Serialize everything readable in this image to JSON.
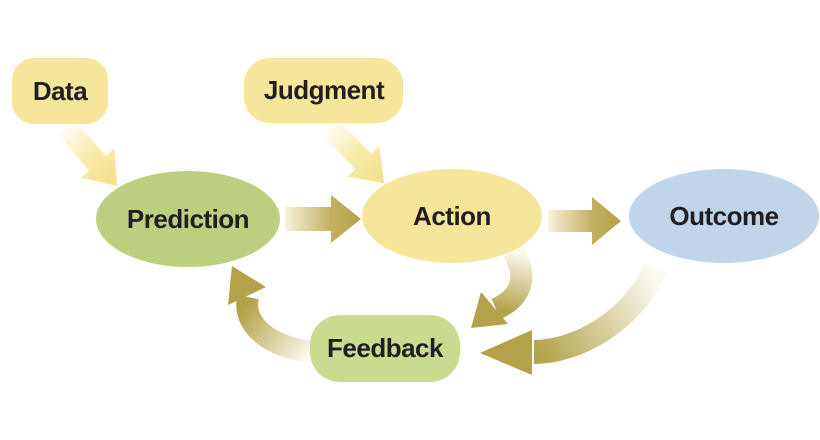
{
  "diagram": {
    "description": "Flow diagram: Data and Judgment feed Prediction and Action; Prediction leads to Action leads to Outcome; Action and Outcome feed Feedback which loops back to Prediction",
    "colors": {
      "background": "#FFFFFF",
      "pale_yellow": "#F5E69A",
      "pale_yellow_deep": "#F1E189",
      "gold": "#B2A249",
      "gold_light": "#F7F2DB",
      "green": "#BCCF7E",
      "light_green": "#C8DB8F",
      "blue": "#C1D5E8",
      "text": "#221E1F"
    },
    "nodes": [
      {
        "id": "data",
        "label": "Data",
        "shape": "rounded-rect",
        "fill": "#F5E69A"
      },
      {
        "id": "judgment",
        "label": "Judgment",
        "shape": "rounded-rect",
        "fill": "#F5E69A"
      },
      {
        "id": "prediction",
        "label": "Prediction",
        "shape": "ellipse",
        "fill": "#BCCF7E"
      },
      {
        "id": "action",
        "label": "Action",
        "shape": "ellipse",
        "fill": "#F5E69A"
      },
      {
        "id": "outcome",
        "label": "Outcome",
        "shape": "ellipse",
        "fill": "#C1D5E8"
      },
      {
        "id": "feedback",
        "label": "Feedback",
        "shape": "rounded-rect",
        "fill": "#C8DB8F"
      }
    ],
    "edges": [
      {
        "from": "Data",
        "to": "Prediction",
        "type": "straight-diagonal",
        "palette": "pale-yellow-gradient"
      },
      {
        "from": "Judgment",
        "to": "Action",
        "type": "straight-diagonal",
        "palette": "pale-yellow-gradient"
      },
      {
        "from": "Prediction",
        "to": "Action",
        "type": "straight-horizontal",
        "palette": "gold-gradient"
      },
      {
        "from": "Action",
        "to": "Outcome",
        "type": "straight-horizontal",
        "palette": "gold-gradient"
      },
      {
        "from": "Action",
        "to": "Feedback",
        "type": "curved",
        "palette": "gold-gradient"
      },
      {
        "from": "Outcome",
        "to": "Feedback",
        "type": "curved",
        "palette": "gold-gradient"
      },
      {
        "from": "Feedback",
        "to": "Prediction",
        "type": "curved",
        "palette": "gold-gradient"
      }
    ]
  }
}
